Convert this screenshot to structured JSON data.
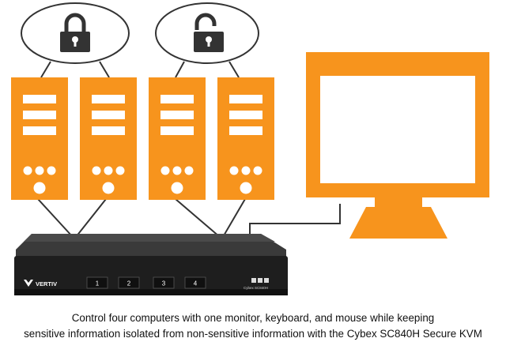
{
  "colors": {
    "accent": "#f7941d",
    "kvm_body": "#2a2a2a",
    "kvm_panel": "#1a1a1a",
    "lines": "#333333",
    "caption": "#111111"
  },
  "computers": [
    {
      "lock_state": "locked",
      "icon": "lock-closed-icon"
    },
    {
      "lock_state": "locked",
      "icon": "lock-closed-icon"
    },
    {
      "lock_state": "unlocked",
      "icon": "lock-open-icon"
    },
    {
      "lock_state": "unlocked",
      "icon": "lock-open-icon"
    }
  ],
  "kvm": {
    "brand": "VERTIV",
    "model": "Cybex SC840H",
    "ports": [
      "1",
      "2",
      "3",
      "4"
    ],
    "status_icons": [
      "keyboard-indicator-icon",
      "mouse-indicator-icon",
      "audio-indicator-icon"
    ]
  },
  "caption": {
    "line1": "Control four computers with one monitor, keyboard, and mouse while keeping",
    "line2": "sensitive information isolated from non-sensitive information with the Cybex SC840H Secure KVM"
  }
}
